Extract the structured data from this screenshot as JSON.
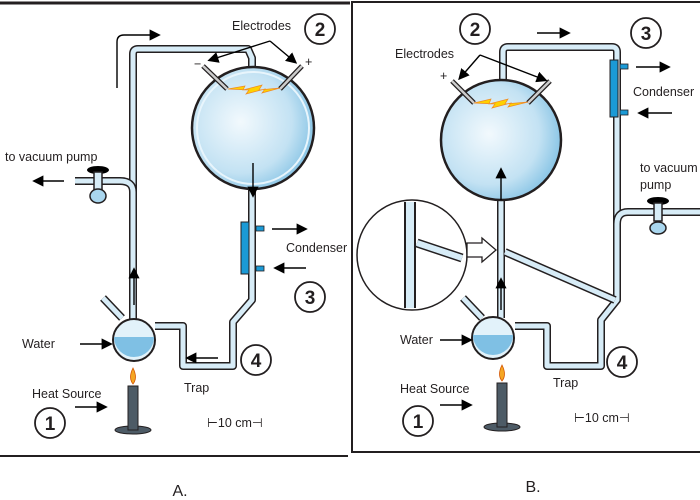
{
  "panel_a": {
    "caption": "A.",
    "electrodes_label": "Electrodes",
    "vacuum_label": "to vacuum pump",
    "condenser_label": "Condenser",
    "water_label": "Water",
    "trap_label": "Trap",
    "heat_label": "Heat Source",
    "scale_label": "⊢10 cm⊣",
    "plus": "+",
    "minus": "−",
    "steps": [
      "1",
      "2",
      "3",
      "4"
    ]
  },
  "panel_b": {
    "caption": "B.",
    "electrodes_label": "Electrodes",
    "vacuum_label_1": "to vacuum",
    "vacuum_label_2": "pump",
    "condenser_label": "Condenser",
    "water_label": "Water",
    "trap_label": "Trap",
    "heat_label": "Heat Source",
    "scale_label": "⊢10 cm⊣",
    "plus": "+",
    "steps": [
      "1",
      "2",
      "3",
      "4"
    ]
  },
  "colors": {
    "glass": "#d7ecf7",
    "flask": "#a9d6ee",
    "condenser": "#1b9ad6",
    "outline": "#231f20",
    "spark": "#ffd200",
    "candle": "#4d5b66"
  }
}
